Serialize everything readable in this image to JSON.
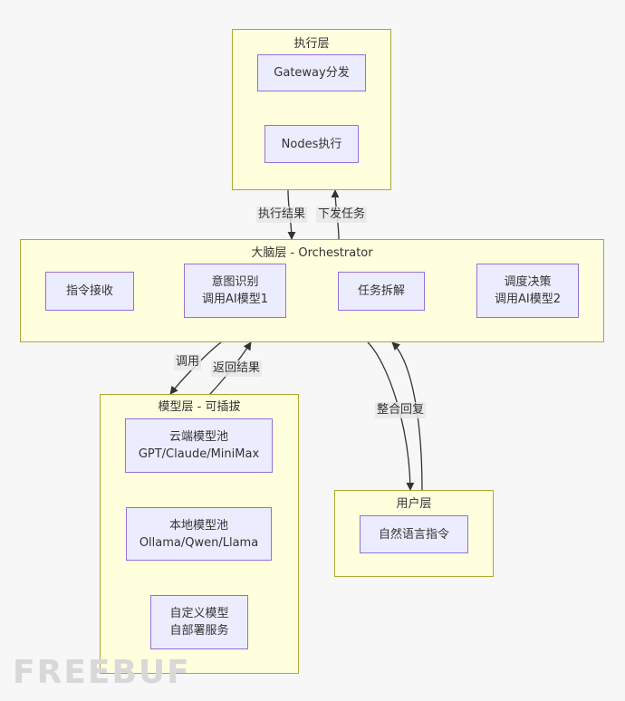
{
  "groups": {
    "execution": {
      "title": "执行层"
    },
    "brain": {
      "title": "大脑层 - Orchestrator"
    },
    "model": {
      "title": "模型层 - 可插拔"
    },
    "user": {
      "title": "用户层"
    }
  },
  "nodes": {
    "gateway": {
      "line1": "Gateway分发"
    },
    "nodes_exec": {
      "line1": "Nodes执行"
    },
    "receive": {
      "line1": "指令接收"
    },
    "intent": {
      "line1": "意图识别",
      "line2": "调用AI模型1"
    },
    "decompose": {
      "line1": "任务拆解"
    },
    "schedule": {
      "line1": "调度决策",
      "line2": "调用AI模型2"
    },
    "cloud": {
      "line1": "云端模型池",
      "line2": "GPT/Claude/MiniMax"
    },
    "local": {
      "line1": "本地模型池",
      "line2": "Ollama/Qwen/Llama"
    },
    "custom": {
      "line1": "自定义模型",
      "line2": "自部署服务"
    },
    "nl": {
      "line1": "自然语言指令"
    }
  },
  "edge_labels": {
    "exec_result": "执行结果",
    "dispatch": "下发任务",
    "call": "调用",
    "return_result": "返回结果",
    "integrate": "整合回复"
  },
  "watermark": "FREEBUF",
  "colors": {
    "group_fill": "#ffffde",
    "group_border": "#aaaa33",
    "node_fill": "#ececff",
    "node_border": "#9370db",
    "edge": "#333333"
  }
}
